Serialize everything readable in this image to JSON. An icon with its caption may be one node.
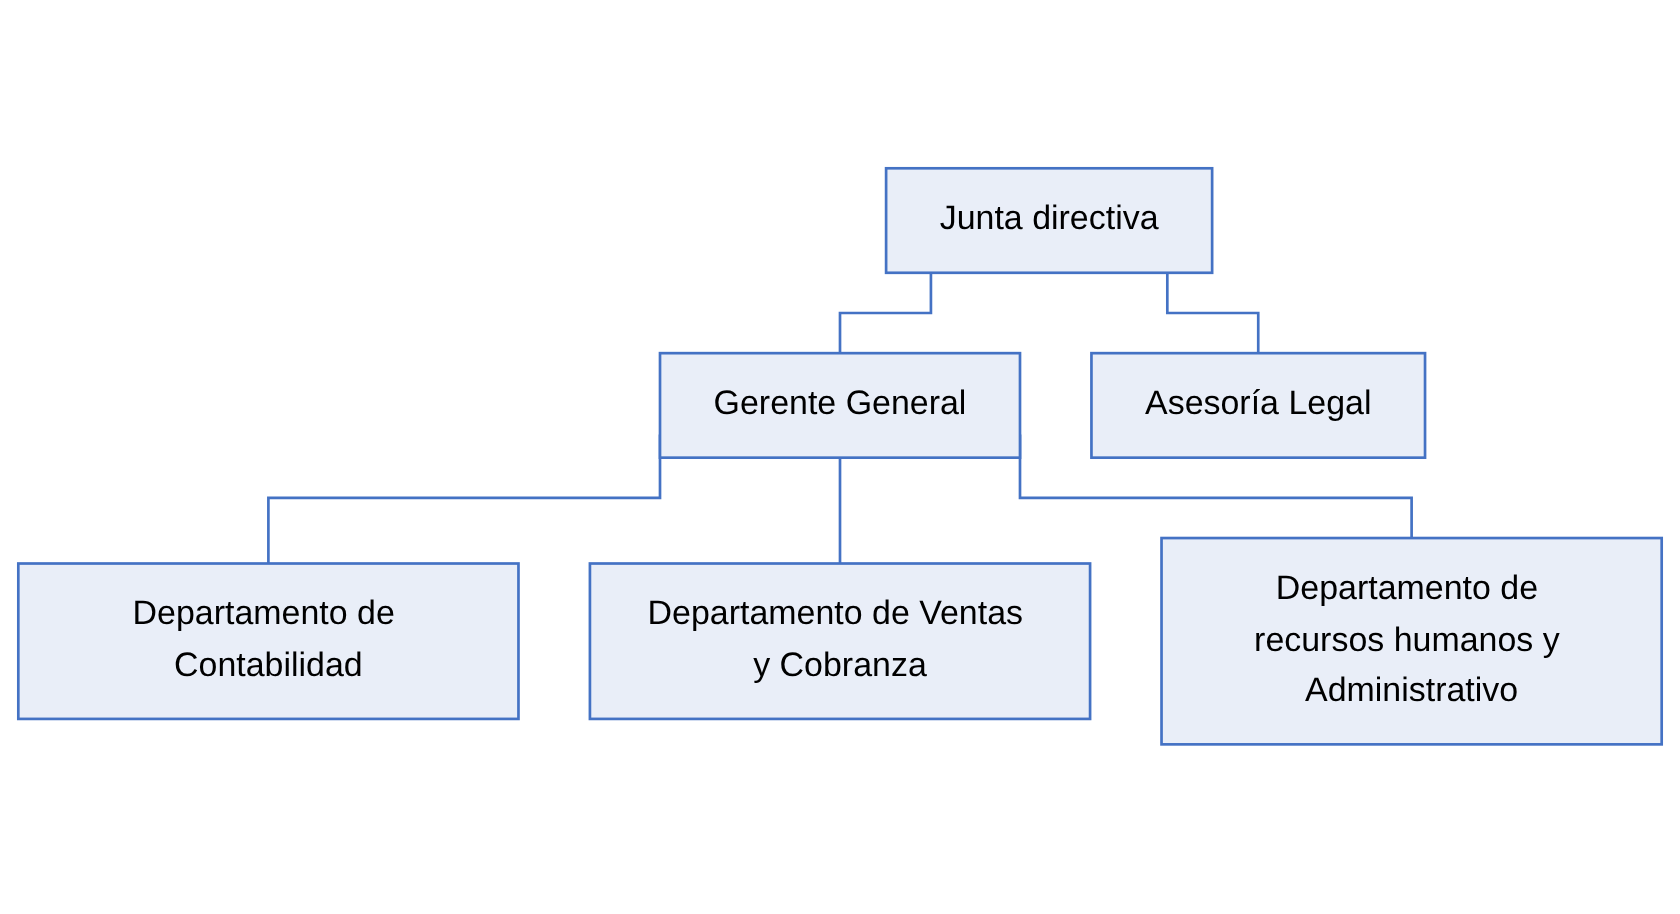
{
  "diagram": {
    "nodes": [
      {
        "text": [
          "Junta directiva"
        ]
      },
      {
        "text": [
          "Asesoría Legal"
        ]
      },
      {
        "text": [
          "Gerente General"
        ]
      },
      {
        "text": [
          "Departamento de Contabilidad"
        ]
      },
      {
        "text": [
          "Departamento de Ventas y Cobranza"
        ]
      },
      {
        "text": [
          "Departamento de recursos humanos y Administrativo"
        ]
      }
    ],
    "edges": [
      {
        "from": 0,
        "to": 2,
        "arrow": "none"
      },
      {
        "from": 0,
        "to": 1,
        "arrow": "none"
      },
      {
        "from": 2,
        "to": 3,
        "arrow": "none"
      },
      {
        "from": 2,
        "to": 4,
        "arrow": "none"
      },
      {
        "from": 2,
        "to": 5,
        "arrow": "none"
      }
    ]
  }
}
